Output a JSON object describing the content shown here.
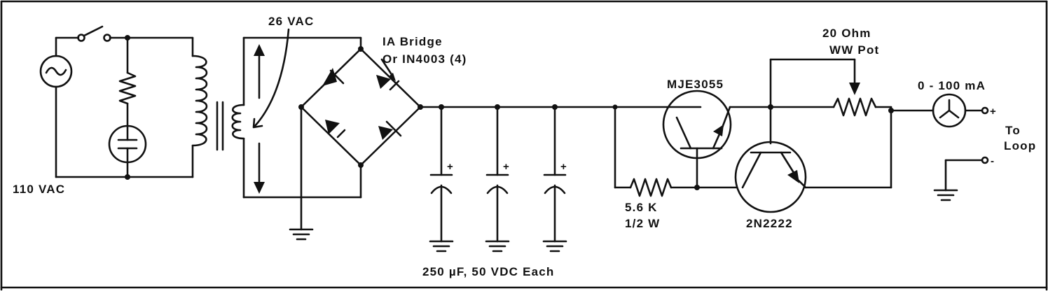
{
  "labels": {
    "mains": "110 VAC",
    "secondary": "26 VAC",
    "bridge_line1": "IA Bridge",
    "bridge_line2": "Or IN4003 (4)",
    "transistor_pass": "MJE3055",
    "pot_line1": "20 Ohm",
    "pot_line2": "WW Pot",
    "meter": "0 - 100 mA",
    "output_line1": "To",
    "output_line2": "Loop",
    "resistor_line1": "5.6 K",
    "resistor_line2": "1/2 W",
    "transistor_sense": "2N2222",
    "capacitors": "250 µF, 50 VDC Each",
    "plus": "+",
    "minus": "-",
    "cap_plus": "+"
  }
}
